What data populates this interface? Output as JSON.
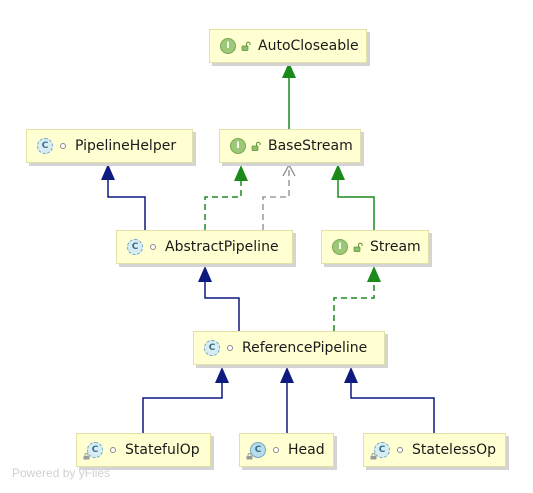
{
  "diagram": {
    "nodes": {
      "autocloseable": {
        "kind_glyph": "I",
        "type": "interface",
        "visibility": "public",
        "label": "AutoCloseable"
      },
      "pipelinehelper": {
        "kind_glyph": "C",
        "type": "abstract",
        "visibility": "package",
        "label": "PipelineHelper"
      },
      "basestream": {
        "kind_glyph": "I",
        "type": "interface",
        "visibility": "public",
        "label": "BaseStream"
      },
      "abstractpipeline": {
        "kind_glyph": "C",
        "type": "abstract",
        "visibility": "package",
        "label": "AbstractPipeline"
      },
      "stream": {
        "kind_glyph": "I",
        "type": "interface",
        "visibility": "public",
        "label": "Stream"
      },
      "referencepipeline": {
        "kind_glyph": "C",
        "type": "abstract",
        "visibility": "package",
        "label": "ReferencePipeline"
      },
      "statefulop": {
        "kind_glyph": "C",
        "type": "abstract",
        "visibility": "package",
        "label": "StatefulOp"
      },
      "head": {
        "kind_glyph": "C",
        "type": "class",
        "visibility": "package",
        "label": "Head"
      },
      "statelessop": {
        "kind_glyph": "C",
        "type": "abstract",
        "visibility": "package",
        "label": "StatelessOp"
      }
    },
    "edges": [
      {
        "from": "basestream",
        "to": "autocloseable",
        "relation": "interface-extends",
        "color": "#1b8a1b"
      },
      {
        "from": "abstractpipeline",
        "to": "pipelinehelper",
        "relation": "extends",
        "color": "#0d1a80"
      },
      {
        "from": "abstractpipeline",
        "to": "basestream",
        "relation": "implements",
        "color": "#1b8a1b"
      },
      {
        "from": "abstractpipeline",
        "to": "basestream",
        "relation": "uses",
        "color": "#8a8a8a"
      },
      {
        "from": "stream",
        "to": "basestream",
        "relation": "interface-extends",
        "color": "#1b8a1b"
      },
      {
        "from": "referencepipeline",
        "to": "abstractpipeline",
        "relation": "extends",
        "color": "#0d1a80"
      },
      {
        "from": "referencepipeline",
        "to": "stream",
        "relation": "implements",
        "color": "#1b8a1b"
      },
      {
        "from": "statefulop",
        "to": "referencepipeline",
        "relation": "extends",
        "color": "#0d1a80"
      },
      {
        "from": "head",
        "to": "referencepipeline",
        "relation": "extends",
        "color": "#0d1a80"
      },
      {
        "from": "statelessop",
        "to": "referencepipeline",
        "relation": "extends",
        "color": "#0d1a80"
      }
    ]
  },
  "footer": {
    "text": "Powered by yFiles"
  }
}
